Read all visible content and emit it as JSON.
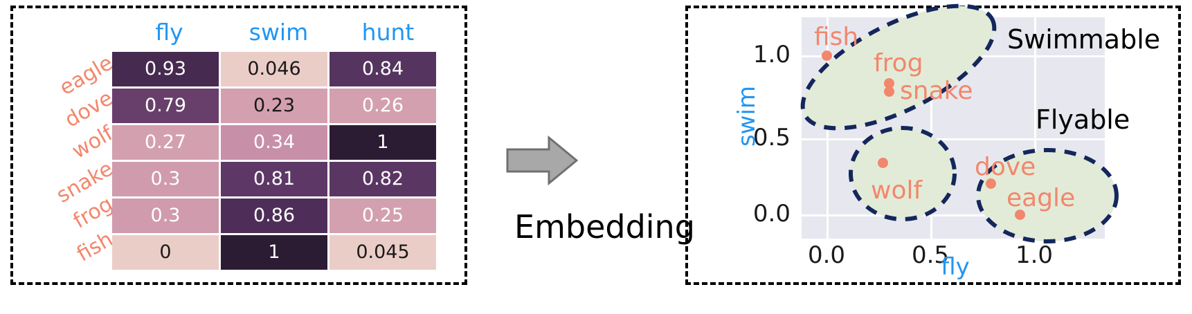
{
  "left_panel": {
    "column_headers": [
      "fly",
      "swim",
      "hunt"
    ],
    "row_labels": [
      "eagle",
      "dove",
      "wolf",
      "snake",
      "frog",
      "fish"
    ],
    "header_color": "#2196f3",
    "label_color": "#f2876c",
    "cells": [
      [
        {
          "v": "0.93",
          "bg": "#472a4f",
          "fg": "#ffffff"
        },
        {
          "v": "0.046",
          "bg": "#ebcdc7",
          "fg": "#1a1a1a"
        },
        {
          "v": "0.84",
          "bg": "#553560",
          "fg": "#ffffff"
        }
      ],
      [
        {
          "v": "0.79",
          "bg": "#683f6b",
          "fg": "#ffffff"
        },
        {
          "v": "0.23",
          "bg": "#d4a0b0",
          "fg": "#1a1a1a"
        },
        {
          "v": "0.26",
          "bg": "#d3a0b0",
          "fg": "#ffffff"
        }
      ],
      [
        {
          "v": "0.27",
          "bg": "#d3a0b0",
          "fg": "#ffffff"
        },
        {
          "v": "0.34",
          "bg": "#c88fa8",
          "fg": "#ffffff"
        },
        {
          "v": "1",
          "bg": "#2b1c33",
          "fg": "#ffffff"
        }
      ],
      [
        {
          "v": "0.3",
          "bg": "#cf9bad",
          "fg": "#ffffff"
        },
        {
          "v": "0.81",
          "bg": "#5d3866",
          "fg": "#ffffff"
        },
        {
          "v": "0.82",
          "bg": "#5a3663",
          "fg": "#ffffff"
        }
      ],
      [
        {
          "v": "0.3",
          "bg": "#cf9bad",
          "fg": "#ffffff"
        },
        {
          "v": "0.86",
          "bg": "#4e2e58",
          "fg": "#ffffff"
        },
        {
          "v": "0.25",
          "bg": "#d3a0b0",
          "fg": "#ffffff"
        }
      ],
      [
        {
          "v": "0",
          "bg": "#ebcdc7",
          "fg": "#1a1a1a"
        },
        {
          "v": "1",
          "bg": "#2b1c33",
          "fg": "#ffffff"
        },
        {
          "v": "0.045",
          "bg": "#ebcdc7",
          "fg": "#1a1a1a"
        }
      ]
    ]
  },
  "middle": {
    "embedding_label": "Embedding",
    "arrow_fill": "#a8a8a8",
    "arrow_stroke": "#707070"
  },
  "chart_data": {
    "type": "scatter",
    "title": "",
    "xlabel": "fly",
    "ylabel": "swim",
    "xticks": [
      "0.0",
      "0.5",
      "1.0"
    ],
    "yticks": [
      "1.0",
      "0.5",
      "0.0"
    ],
    "xlim": [
      -0.18,
      1.28
    ],
    "ylim": [
      -0.18,
      1.28
    ],
    "grid": true,
    "legend": "none",
    "point_color": "#f2876c",
    "plot_bg": "#e7e8ef",
    "grid_color": "#ffffff",
    "points": [
      {
        "label": "fish",
        "x": 0.0,
        "y": 1.0
      },
      {
        "label": "frog",
        "x": 0.3,
        "y": 0.86
      },
      {
        "label": "snake",
        "x": 0.3,
        "y": 0.81
      },
      {
        "label": "wolf",
        "x": 0.27,
        "y": 0.34
      },
      {
        "label": "dove",
        "x": 0.79,
        "y": 0.23
      },
      {
        "label": "eagle",
        "x": 0.93,
        "y": 0.046
      }
    ],
    "clusters": [
      {
        "name": "Swimmable",
        "members": [
          "fish",
          "frog",
          "snake"
        ]
      },
      {
        "name": "Flyable",
        "members": [
          "dove",
          "eagle"
        ]
      },
      {
        "name": "",
        "members": [
          "wolf"
        ]
      }
    ],
    "annotations": [
      "Swimmable",
      "Flyable"
    ],
    "ellipse_fill": "#e2ebd8",
    "ellipse_stroke": "#14275c"
  }
}
